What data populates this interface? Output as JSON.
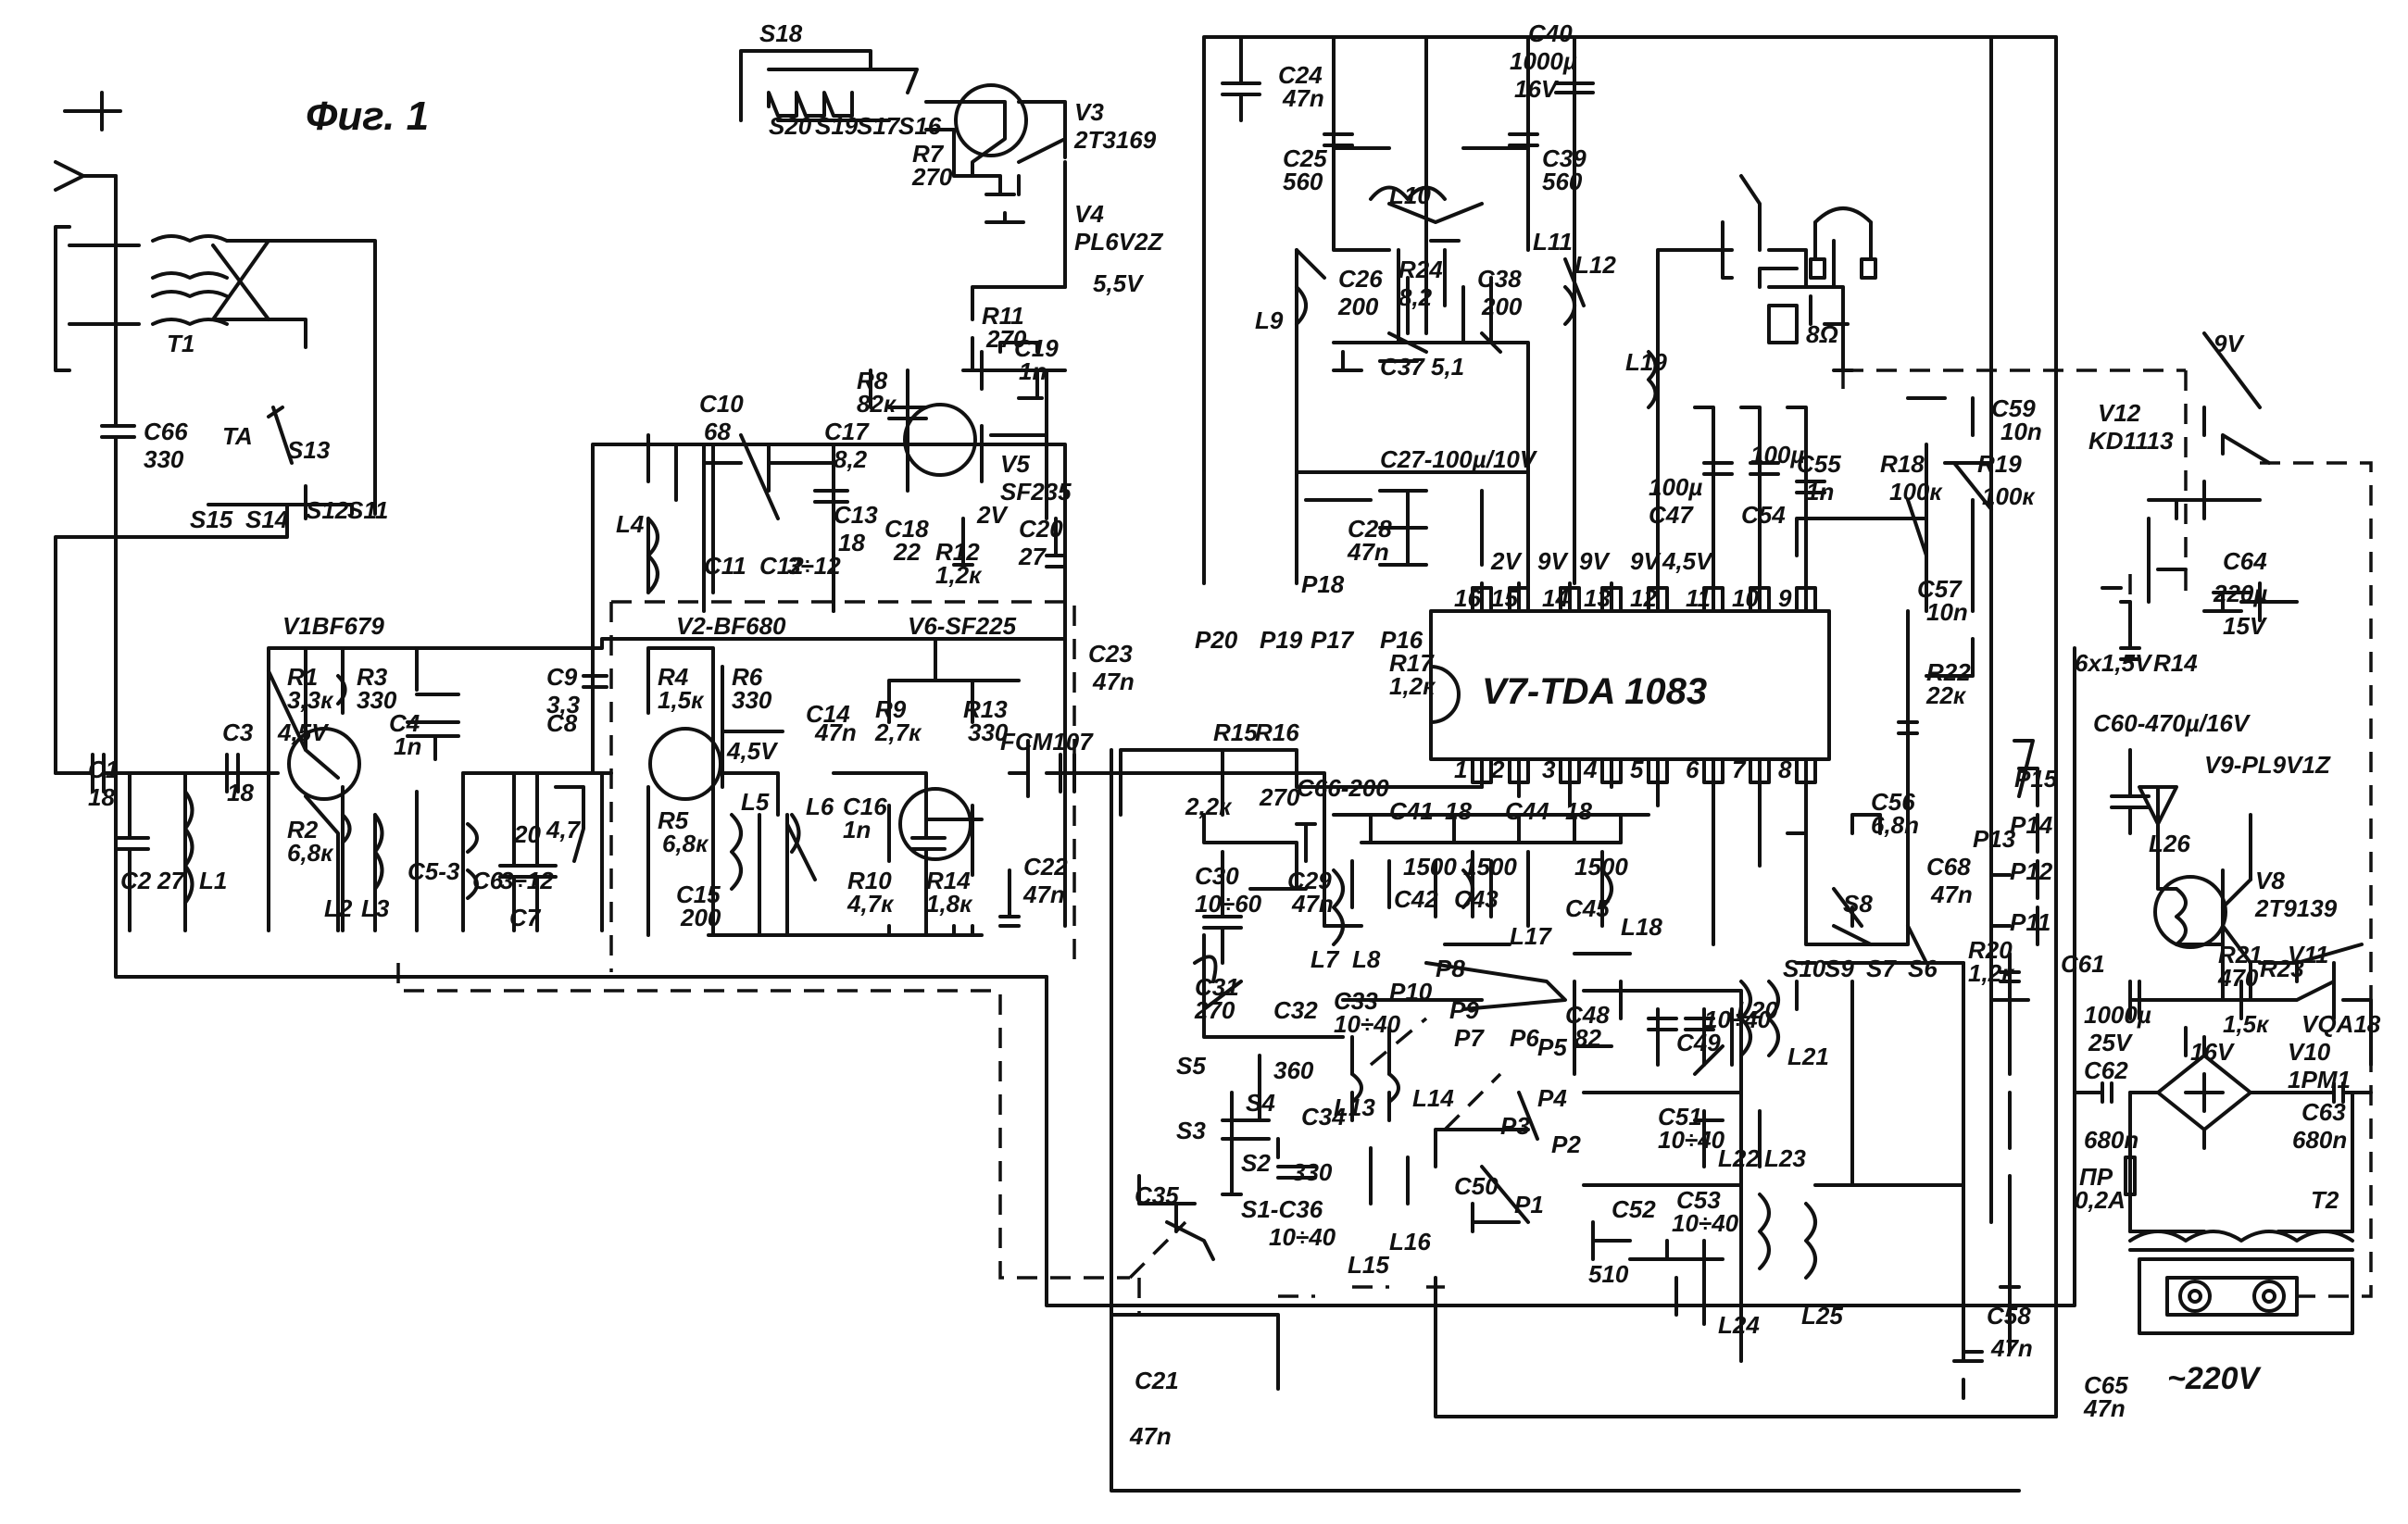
{
  "figure": {
    "caption": "Фиг. 1",
    "ic_label": "V7-TDA 1083",
    "ic_pins_top": [
      "16",
      "15",
      "14",
      "13",
      "12",
      "11",
      "10",
      "9"
    ],
    "ic_pins_bottom": [
      "1",
      "2",
      "3",
      "4",
      "5",
      "6",
      "7",
      "8"
    ],
    "supply_5v5": "5,5V",
    "supply_9v": "9V",
    "mains": "~220V"
  },
  "components": [
    {
      "id": "t1",
      "text": "T1"
    },
    {
      "id": "c66",
      "text": "C66"
    },
    {
      "id": "c66v",
      "text": "330"
    },
    {
      "id": "ta",
      "text": "TA"
    },
    {
      "id": "s13",
      "text": "S13"
    },
    {
      "id": "s15",
      "text": "S15"
    },
    {
      "id": "s14",
      "text": "S14"
    },
    {
      "id": "s12",
      "text": "S12"
    },
    {
      "id": "s11",
      "text": "S11"
    },
    {
      "id": "v1",
      "text": "V1BF679"
    },
    {
      "id": "r1",
      "text": "R1"
    },
    {
      "id": "r1v",
      "text": "3,3к"
    },
    {
      "id": "r3",
      "text": "R3"
    },
    {
      "id": "r3v",
      "text": "330"
    },
    {
      "id": "c4",
      "text": "C4"
    },
    {
      "id": "c4v",
      "text": "1n"
    },
    {
      "id": "v45a",
      "text": "4,5V"
    },
    {
      "id": "r2",
      "text": "R2"
    },
    {
      "id": "r2v",
      "text": "6,8к"
    },
    {
      "id": "c1",
      "text": "C1"
    },
    {
      "id": "c1v",
      "text": "18"
    },
    {
      "id": "c3",
      "text": "C3"
    },
    {
      "id": "c3v",
      "text": "18"
    },
    {
      "id": "c2",
      "text": "C2"
    },
    {
      "id": "c2v",
      "text": "27"
    },
    {
      "id": "l1",
      "text": "L1"
    },
    {
      "id": "l2",
      "text": "L2"
    },
    {
      "id": "l3",
      "text": "L3"
    },
    {
      "id": "c5",
      "text": "C5-3"
    },
    {
      "id": "c6",
      "text": "C6"
    },
    {
      "id": "c6v",
      "text": "3÷12"
    },
    {
      "id": "c7",
      "text": "C7"
    },
    {
      "id": "c7v",
      "text": "20"
    },
    {
      "id": "c8",
      "text": "C8"
    },
    {
      "id": "c8v",
      "text": "4,7"
    },
    {
      "id": "c9",
      "text": "C9"
    },
    {
      "id": "c9v",
      "text": "3,3"
    },
    {
      "id": "s18",
      "text": "S18"
    },
    {
      "id": "s20",
      "text": "S20"
    },
    {
      "id": "s19",
      "text": "S19"
    },
    {
      "id": "s17",
      "text": "S17"
    },
    {
      "id": "s16",
      "text": "S16"
    },
    {
      "id": "r7",
      "text": "R7"
    },
    {
      "id": "r7v",
      "text": "270"
    },
    {
      "id": "v3",
      "text": "V3"
    },
    {
      "id": "v3t",
      "text": "2T3169"
    },
    {
      "id": "v4",
      "text": "V4"
    },
    {
      "id": "v4t",
      "text": "PL6V2Z"
    },
    {
      "id": "r11",
      "text": "R11"
    },
    {
      "id": "r11v",
      "text": "270"
    },
    {
      "id": "c19",
      "text": "C19"
    },
    {
      "id": "c19v",
      "text": "1n"
    },
    {
      "id": "r8",
      "text": "R8"
    },
    {
      "id": "r8v",
      "text": "82к"
    },
    {
      "id": "v5",
      "text": "V5"
    },
    {
      "id": "v5t",
      "text": "SF235"
    },
    {
      "id": "c18",
      "text": "C18"
    },
    {
      "id": "c18v",
      "text": "22"
    },
    {
      "id": "v2b",
      "text": "2V"
    },
    {
      "id": "r12",
      "text": "R12"
    },
    {
      "id": "r12v",
      "text": "1,2к"
    },
    {
      "id": "c20",
      "text": "C20"
    },
    {
      "id": "c20v",
      "text": "27"
    },
    {
      "id": "c10",
      "text": "C10"
    },
    {
      "id": "c10v",
      "text": "68"
    },
    {
      "id": "c17",
      "text": "C17"
    },
    {
      "id": "c17v",
      "text": "8,2"
    },
    {
      "id": "l4",
      "text": "L4"
    },
    {
      "id": "c11",
      "text": "C11"
    },
    {
      "id": "c12",
      "text": "C12"
    },
    {
      "id": "c12v",
      "text": "3÷12"
    },
    {
      "id": "c13",
      "text": "C13"
    },
    {
      "id": "c13v",
      "text": "18"
    },
    {
      "id": "v2",
      "text": "V2-BF680"
    },
    {
      "id": "r4",
      "text": "R4"
    },
    {
      "id": "r4v",
      "text": "1,5к"
    },
    {
      "id": "r6",
      "text": "R6"
    },
    {
      "id": "r6v",
      "text": "330"
    },
    {
      "id": "c14",
      "text": "C14"
    },
    {
      "id": "c14v",
      "text": "47n"
    },
    {
      "id": "v45b",
      "text": "4,5V"
    },
    {
      "id": "r5",
      "text": "R5"
    },
    {
      "id": "r5v",
      "text": "6,8к"
    },
    {
      "id": "c15",
      "text": "C15"
    },
    {
      "id": "c15v",
      "text": "200"
    },
    {
      "id": "l5",
      "text": "L5"
    },
    {
      "id": "l6",
      "text": "L6"
    },
    {
      "id": "c16",
      "text": "C16"
    },
    {
      "id": "c16v",
      "text": "1n"
    },
    {
      "id": "v6",
      "text": "V6-SF225"
    },
    {
      "id": "c23",
      "text": "C23"
    },
    {
      "id": "c23v",
      "text": "47n"
    },
    {
      "id": "r9",
      "text": "R9"
    },
    {
      "id": "r9v",
      "text": "2,7к"
    },
    {
      "id": "r13",
      "text": "R13"
    },
    {
      "id": "r13v",
      "text": "330"
    },
    {
      "id": "fcm",
      "text": "FCM107"
    },
    {
      "id": "r10",
      "text": "R10"
    },
    {
      "id": "r10v",
      "text": "4,7к"
    },
    {
      "id": "r14",
      "text": "R14"
    },
    {
      "id": "r14v",
      "text": "1,8к"
    },
    {
      "id": "c22",
      "text": "C22"
    },
    {
      "id": "c22v",
      "text": "47n"
    },
    {
      "id": "c24",
      "text": "C24"
    },
    {
      "id": "c24v",
      "text": "47n"
    },
    {
      "id": "c40",
      "text": "C40"
    },
    {
      "id": "c40v",
      "text": "1000µ"
    },
    {
      "id": "c40w",
      "text": "16V"
    },
    {
      "id": "c25",
      "text": "C25"
    },
    {
      "id": "c25v",
      "text": "560"
    },
    {
      "id": "c39",
      "text": "C39"
    },
    {
      "id": "c39v",
      "text": "560"
    },
    {
      "id": "l10",
      "text": "L10"
    },
    {
      "id": "l11",
      "text": "L11"
    },
    {
      "id": "l12",
      "text": "L12"
    },
    {
      "id": "l9",
      "text": "L9"
    },
    {
      "id": "c26",
      "text": "C26"
    },
    {
      "id": "c26v",
      "text": "200"
    },
    {
      "id": "r24",
      "text": "R24"
    },
    {
      "id": "r24v",
      "text": "8,2"
    },
    {
      "id": "c38",
      "text": "C38"
    },
    {
      "id": "c38v",
      "text": "200"
    },
    {
      "id": "c37",
      "text": "C37"
    },
    {
      "id": "c37v",
      "text": "5,1"
    },
    {
      "id": "c27",
      "text": "C27-100µ/10V"
    },
    {
      "id": "c28",
      "text": "C28"
    },
    {
      "id": "c28v",
      "text": "47n"
    },
    {
      "id": "p18",
      "text": "P18"
    },
    {
      "id": "p20",
      "text": "P20"
    },
    {
      "id": "p19",
      "text": "P19"
    },
    {
      "id": "p17",
      "text": "P17"
    },
    {
      "id": "p16",
      "text": "P16"
    },
    {
      "id": "r17",
      "text": "R17"
    },
    {
      "id": "r17v",
      "text": "1,2к"
    },
    {
      "id": "pin2v",
      "text": "2V"
    },
    {
      "id": "pin15v",
      "text": "9V"
    },
    {
      "id": "pin14v",
      "text": "9V"
    },
    {
      "id": "pin13v",
      "text": "9V"
    },
    {
      "id": "pin12v",
      "text": "4,5V"
    },
    {
      "id": "l19",
      "text": "L19"
    },
    {
      "id": "c47",
      "text": "C47"
    },
    {
      "id": "c47v",
      "text": "100µ"
    },
    {
      "id": "c54",
      "text": "C54"
    },
    {
      "id": "c54v",
      "text": "100µ"
    },
    {
      "id": "c55",
      "text": "C55"
    },
    {
      "id": "c55v",
      "text": "1n"
    },
    {
      "id": "ohm",
      "text": "8Ω"
    },
    {
      "id": "r18",
      "text": "R18"
    },
    {
      "id": "r18v",
      "text": "100к"
    },
    {
      "id": "r19",
      "text": "R19"
    },
    {
      "id": "r19v",
      "text": "100к"
    },
    {
      "id": "c59",
      "text": "C59"
    },
    {
      "id": "c59v",
      "text": "10n"
    },
    {
      "id": "c57",
      "text": "C57"
    },
    {
      "id": "c57v",
      "text": "10n"
    },
    {
      "id": "r22",
      "text": "R22"
    },
    {
      "id": "r22v",
      "text": "22к"
    },
    {
      "id": "c56",
      "text": "C56"
    },
    {
      "id": "c56v",
      "text": "6,8n"
    },
    {
      "id": "r15",
      "text": "R15"
    },
    {
      "id": "r15v",
      "text": "2,2к"
    },
    {
      "id": "r16",
      "text": "R16"
    },
    {
      "id": "r16v",
      "text": "270"
    },
    {
      "id": "c66b",
      "text": "C66-200"
    },
    {
      "id": "c29",
      "text": "C29"
    },
    {
      "id": "c29v",
      "text": "47n"
    },
    {
      "id": "c41",
      "text": "C41"
    },
    {
      "id": "c41v",
      "text": "18"
    },
    {
      "id": "c44",
      "text": "C44"
    },
    {
      "id": "c44v",
      "text": "18"
    },
    {
      "id": "c42",
      "text": "C42"
    },
    {
      "id": "c42v",
      "text": "1500"
    },
    {
      "id": "c43",
      "text": "C43"
    },
    {
      "id": "c43v",
      "text": "1500"
    },
    {
      "id": "c45",
      "text": "C45"
    },
    {
      "id": "c45v",
      "text": "1500"
    },
    {
      "id": "l7",
      "text": "L7"
    },
    {
      "id": "l8",
      "text": "L8"
    },
    {
      "id": "l17",
      "text": "L17"
    },
    {
      "id": "l18",
      "text": "L18"
    },
    {
      "id": "c30",
      "text": "C30"
    },
    {
      "id": "c30v",
      "text": "10÷60"
    },
    {
      "id": "c31",
      "text": "C31"
    },
    {
      "id": "c31v",
      "text": "270"
    },
    {
      "id": "p8",
      "text": "P8"
    },
    {
      "id": "p10",
      "text": "P10"
    },
    {
      "id": "p9",
      "text": "P9"
    },
    {
      "id": "p7",
      "text": "P7"
    },
    {
      "id": "p6",
      "text": "P6"
    },
    {
      "id": "p5",
      "text": "P5"
    },
    {
      "id": "p4",
      "text": "P4"
    },
    {
      "id": "p3",
      "text": "P3"
    },
    {
      "id": "p2",
      "text": "P2"
    },
    {
      "id": "p1",
      "text": "P1"
    },
    {
      "id": "c33",
      "text": "C33"
    },
    {
      "id": "c33v",
      "text": "10÷40"
    },
    {
      "id": "c32",
      "text": "C32"
    },
    {
      "id": "c32v",
      "text": "360"
    },
    {
      "id": "s5",
      "text": "S5"
    },
    {
      "id": "s4",
      "text": "S4"
    },
    {
      "id": "c34",
      "text": "C34"
    },
    {
      "id": "l13",
      "text": "L13"
    },
    {
      "id": "l14",
      "text": "L14"
    },
    {
      "id": "s3",
      "text": "S3"
    },
    {
      "id": "s2",
      "text": "S2"
    },
    {
      "id": "s1",
      "text": "S1-C36"
    },
    {
      "id": "c36v",
      "text": "10÷40"
    },
    {
      "id": "c35",
      "text": "C35"
    },
    {
      "id": "c34v",
      "text": "330"
    },
    {
      "id": "l15",
      "text": "L15"
    },
    {
      "id": "l16",
      "text": "L16"
    },
    {
      "id": "c50",
      "text": "C50"
    },
    {
      "id": "c48",
      "text": "C48"
    },
    {
      "id": "c48v",
      "text": "82"
    },
    {
      "id": "c49",
      "text": "C49"
    },
    {
      "id": "c49v",
      "text": "10÷40"
    },
    {
      "id": "l20",
      "text": "L20"
    },
    {
      "id": "s10",
      "text": "S10"
    },
    {
      "id": "s9",
      "text": "S9"
    },
    {
      "id": "s7",
      "text": "S7"
    },
    {
      "id": "s6",
      "text": "S6"
    },
    {
      "id": "s8",
      "text": "S8"
    },
    {
      "id": "l21",
      "text": "L21"
    },
    {
      "id": "c51",
      "text": "C51"
    },
    {
      "id": "c51v",
      "text": "10÷40"
    },
    {
      "id": "l22",
      "text": "L22"
    },
    {
      "id": "l23",
      "text": "L23"
    },
    {
      "id": "c52",
      "text": "C52"
    },
    {
      "id": "c52v",
      "text": "510"
    },
    {
      "id": "c53",
      "text": "C53"
    },
    {
      "id": "c53v",
      "text": "10÷40"
    },
    {
      "id": "l24",
      "text": "L24"
    },
    {
      "id": "l25",
      "text": "L25"
    },
    {
      "id": "c58",
      "text": "C58"
    },
    {
      "id": "c58v",
      "text": "47n"
    },
    {
      "id": "c21",
      "text": "C21"
    },
    {
      "id": "c21v",
      "text": "47n"
    },
    {
      "id": "c68",
      "text": "C68"
    },
    {
      "id": "c68v",
      "text": "47n"
    },
    {
      "id": "p13",
      "text": "P13"
    },
    {
      "id": "p15",
      "text": "P15"
    },
    {
      "id": "p14",
      "text": "P14"
    },
    {
      "id": "p12",
      "text": "P12"
    },
    {
      "id": "p11",
      "text": "P11"
    },
    {
      "id": "r20",
      "text": "R20"
    },
    {
      "id": "r20v",
      "text": "1,2к"
    },
    {
      "id": "v12",
      "text": "V12"
    },
    {
      "id": "v12t",
      "text": "KD1113"
    },
    {
      "id": "c64",
      "text": "C64"
    },
    {
      "id": "c64v",
      "text": "220µ"
    },
    {
      "id": "c64w",
      "text": "15V"
    },
    {
      "id": "bat",
      "text": "6x1,5V"
    },
    {
      "id": "r14b",
      "text": "R14"
    },
    {
      "id": "c60",
      "text": "C60-470µ/16V"
    },
    {
      "id": "v9",
      "text": "V9-PL9V1Z"
    },
    {
      "id": "l26",
      "text": "L26"
    },
    {
      "id": "v8",
      "text": "V8"
    },
    {
      "id": "v8t",
      "text": "2T9139"
    },
    {
      "id": "r21",
      "text": "R21"
    },
    {
      "id": "r21v",
      "text": "470"
    },
    {
      "id": "v11",
      "text": "V11"
    },
    {
      "id": "c61",
      "text": "C61"
    },
    {
      "id": "c61v",
      "text": "1000µ"
    },
    {
      "id": "c61w",
      "text": "25V"
    },
    {
      "id": "r23",
      "text": "R23"
    },
    {
      "id": "r23v",
      "text": "1,5к"
    },
    {
      "id": "vqa",
      "text": "VQA18"
    },
    {
      "id": "v16",
      "text": "16V"
    },
    {
      "id": "v10",
      "text": "V10"
    },
    {
      "id": "v10t",
      "text": "1PM1"
    },
    {
      "id": "c62",
      "text": "C62"
    },
    {
      "id": "c62v",
      "text": "680n"
    },
    {
      "id": "c63",
      "text": "C63"
    },
    {
      "id": "c63v",
      "text": "680n"
    },
    {
      "id": "pr",
      "text": "ПР"
    },
    {
      "id": "prv",
      "text": "0,2A"
    },
    {
      "id": "t2",
      "text": "T2"
    },
    {
      "id": "c65",
      "text": "C65"
    },
    {
      "id": "c65v",
      "text": "47n"
    }
  ]
}
